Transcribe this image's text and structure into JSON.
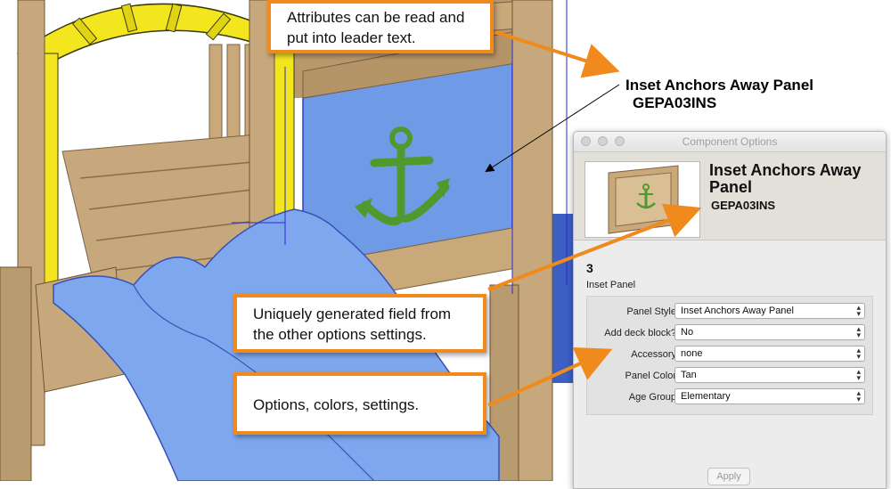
{
  "callouts": {
    "attributes": "Attributes can be read and put into leader text.",
    "unique": "Uniquely generated field from the other options settings.",
    "options": "Options, colors, settings."
  },
  "leader": {
    "name": "Inset Anchors Away Panel",
    "code": "GEPA03INS"
  },
  "window": {
    "title": "Component Options",
    "component_name": "Inset Anchors Away Panel",
    "component_code": "GEPA03INS",
    "count": "3",
    "description": "Inset Panel",
    "options": [
      {
        "label": "Panel Style",
        "value": "Inset Anchors Away Panel"
      },
      {
        "label": "Add deck block?",
        "value": "No"
      },
      {
        "label": "Accessory",
        "value": "none"
      },
      {
        "label": "Panel Color",
        "value": "Tan"
      },
      {
        "label": "Age Group",
        "value": "Elementary"
      }
    ],
    "apply_label": "Apply"
  },
  "colors": {
    "callout_border": "#f08a1c",
    "slide_blue": "#7ea7ee",
    "panel_blue": "#6f9be6",
    "wood": "#c7a97c",
    "arch_yellow": "#f3e61f",
    "anchor_green": "#4f9a2e"
  }
}
